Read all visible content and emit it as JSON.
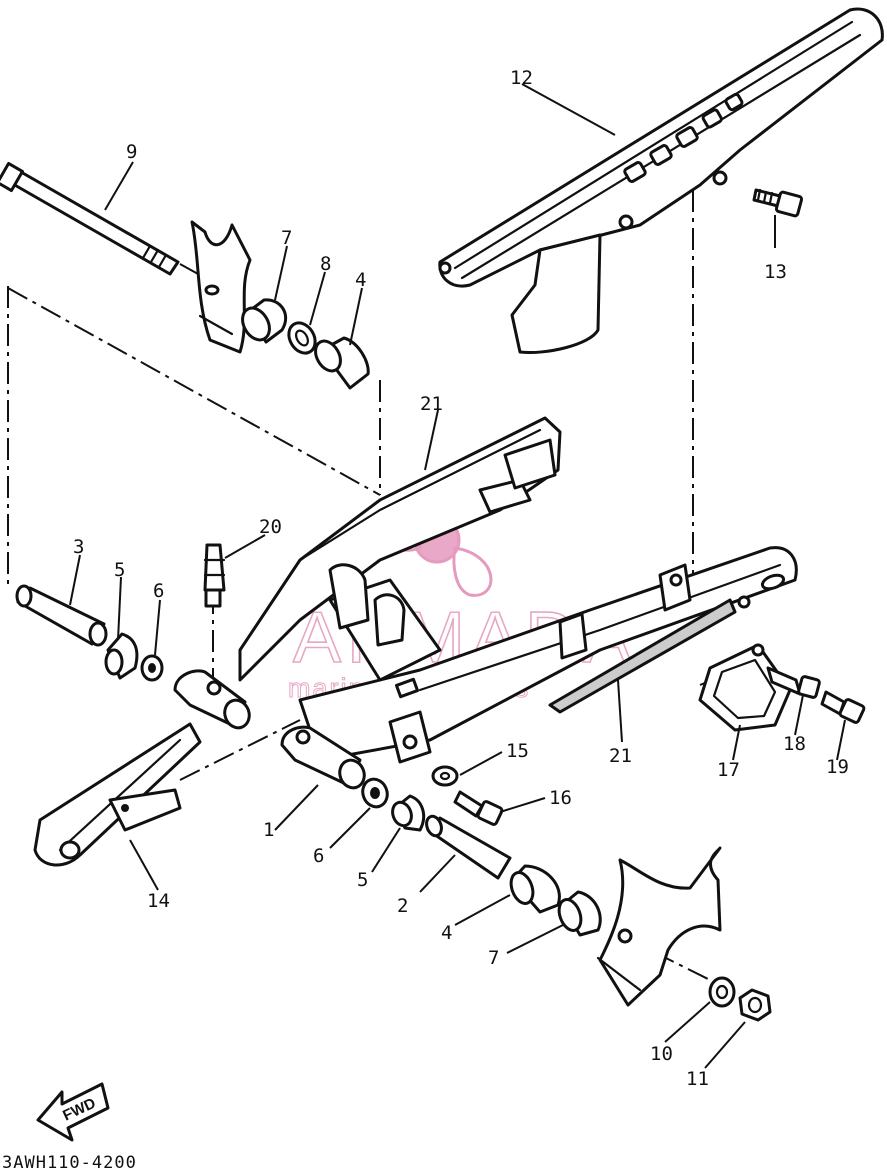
{
  "diagram": {
    "drawing_code": "3AWH110-4200",
    "direction_arrow": "FWD",
    "watermark": {
      "brand": "ARMADA",
      "tagline": "marine outboards"
    },
    "callouts": [
      {
        "id": "c1",
        "text": "1"
      },
      {
        "id": "c2",
        "text": "2"
      },
      {
        "id": "c3",
        "text": "3"
      },
      {
        "id": "c4a",
        "text": "4"
      },
      {
        "id": "c4b",
        "text": "4"
      },
      {
        "id": "c5a",
        "text": "5"
      },
      {
        "id": "c5b",
        "text": "5"
      },
      {
        "id": "c6a",
        "text": "6"
      },
      {
        "id": "c6b",
        "text": "6"
      },
      {
        "id": "c7a",
        "text": "7"
      },
      {
        "id": "c7b",
        "text": "7"
      },
      {
        "id": "c8",
        "text": "8"
      },
      {
        "id": "c9",
        "text": "9"
      },
      {
        "id": "c10",
        "text": "10"
      },
      {
        "id": "c11",
        "text": "11"
      },
      {
        "id": "c12",
        "text": "12"
      },
      {
        "id": "c13",
        "text": "13"
      },
      {
        "id": "c14",
        "text": "14"
      },
      {
        "id": "c15",
        "text": "15"
      },
      {
        "id": "c16",
        "text": "16"
      },
      {
        "id": "c17",
        "text": "17"
      },
      {
        "id": "c18",
        "text": "18"
      },
      {
        "id": "c19",
        "text": "19"
      },
      {
        "id": "c20",
        "text": "20"
      },
      {
        "id": "c21a",
        "text": "21"
      },
      {
        "id": "c21b",
        "text": "21"
      }
    ]
  }
}
